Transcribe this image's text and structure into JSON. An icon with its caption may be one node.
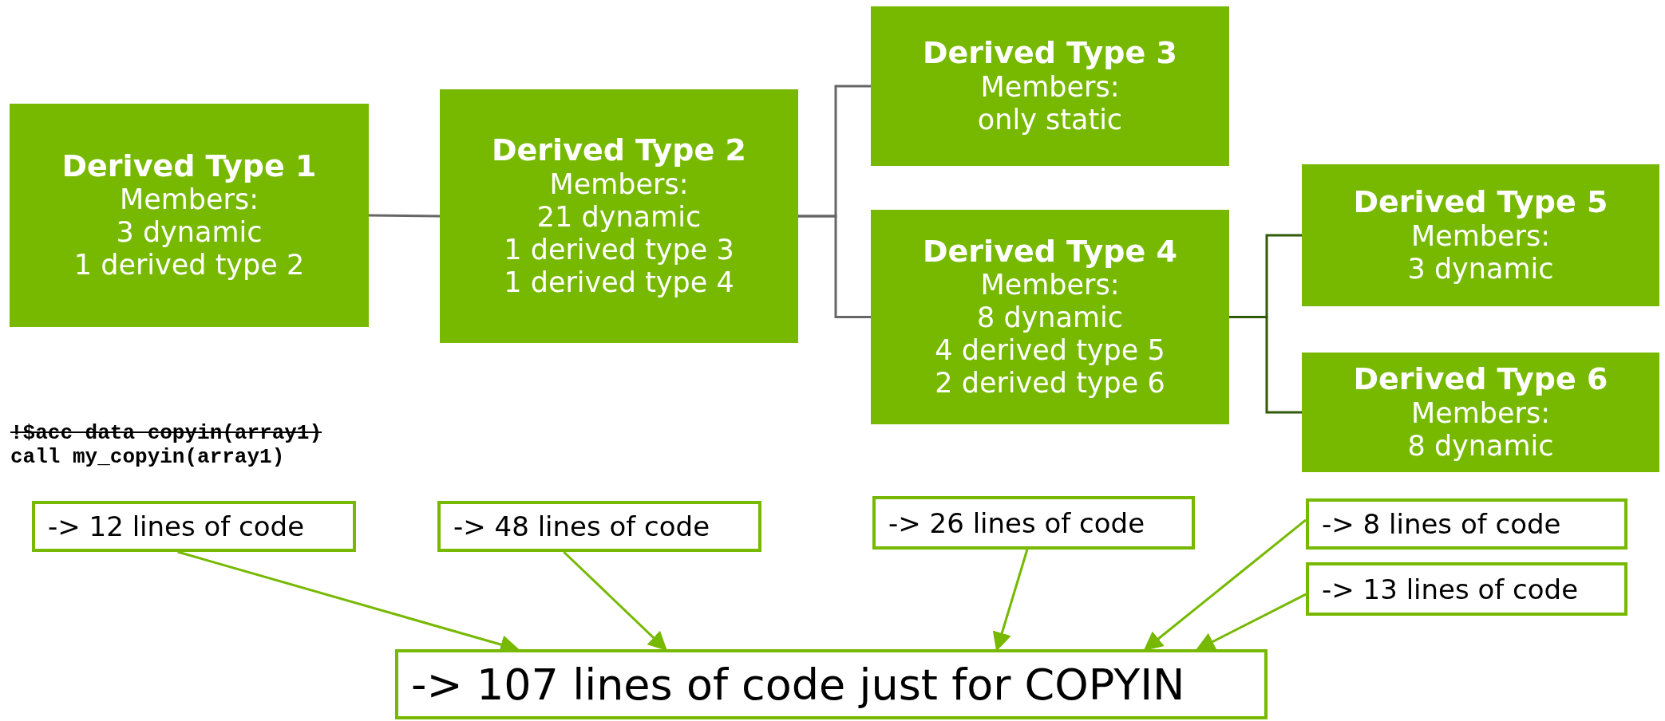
{
  "diagram": {
    "nodes": [
      {
        "text": [
          "Derived Type 1",
          "Members:",
          "3 dynamic",
          "1 derived type 2"
        ]
      },
      {
        "text": [
          "Derived Type 2",
          "Members:",
          "21 dynamic",
          "1 derived type 3",
          "1 derived type 4"
        ]
      },
      {
        "text": [
          "Derived Type 3",
          "Members:",
          "only static"
        ]
      },
      {
        "text": [
          "Derived Type 4",
          "Members:",
          "8 dynamic",
          "4 derived type 5",
          "2 derived type 6"
        ]
      },
      {
        "text": [
          "Derived Type 5",
          "Members:",
          "3 dynamic"
        ]
      },
      {
        "text": [
          "Derived Type 6",
          "Members:",
          "8 dynamic"
        ]
      },
      {
        "text": [
          "-> 12 lines of code"
        ]
      },
      {
        "text": [
          "-> 48 lines of code"
        ]
      },
      {
        "text": [
          "-> 26 lines of code"
        ]
      },
      {
        "text": [
          "-> 8 lines of code"
        ]
      },
      {
        "text": [
          "-> 13 lines of code"
        ]
      },
      {
        "text": [
          "-> 107 lines of code just for COPYIN"
        ]
      }
    ],
    "edges": [
      {
        "from": 0,
        "to": 1,
        "arrow": "none",
        "color": "#666666"
      },
      {
        "from": 1,
        "to": 2,
        "arrow": "none",
        "color": "#666666"
      },
      {
        "from": 1,
        "to": 3,
        "arrow": "none",
        "color": "#666666"
      },
      {
        "from": 3,
        "to": 4,
        "arrow": "none",
        "color": "#2f5a0a"
      },
      {
        "from": 3,
        "to": 5,
        "arrow": "none",
        "color": "#2f5a0a"
      },
      {
        "from": 6,
        "to": 11,
        "arrow": "to"
      },
      {
        "from": 7,
        "to": 11,
        "arrow": "to"
      },
      {
        "from": 8,
        "to": 11,
        "arrow": "to"
      },
      {
        "from": 9,
        "to": 11,
        "arrow": "to"
      },
      {
        "from": 10,
        "to": 11,
        "arrow": "to"
      }
    ],
    "labels": [
      "!$acc data copyin(array1)",
      "call my_copyin(array1)"
    ]
  }
}
